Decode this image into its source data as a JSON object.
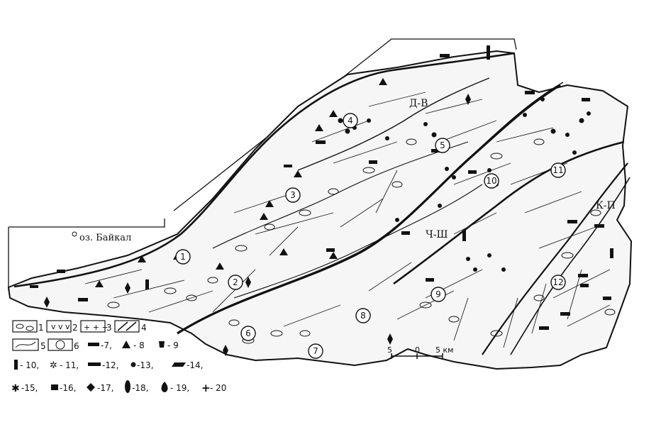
{
  "map": {
    "lake_label": "оз. Байкал",
    "region_labels": [
      {
        "id": "dv",
        "text": "Д-В"
      },
      {
        "id": "chsh",
        "text": "Ч-Ш"
      },
      {
        "id": "kp",
        "text": "К-П"
      }
    ],
    "zone_numbers": [
      "1",
      "2",
      "3",
      "4",
      "5",
      "6",
      "7",
      "8",
      "9",
      "10",
      "11",
      "12"
    ],
    "scale": {
      "left": "5",
      "mid": "0",
      "right": "5 км"
    }
  },
  "legend": {
    "items": [
      {
        "num": "1",
        "icon": "blocks-pattern"
      },
      {
        "num": "2",
        "icon": "volcanic-v-pattern"
      },
      {
        "num": "3",
        "icon": "granite-plus-pattern"
      },
      {
        "num": "4",
        "icon": "fault-lines-pattern"
      },
      {
        "num": "5",
        "icon": "contour-pattern"
      },
      {
        "num": "6",
        "icon": "circled-number-pattern"
      },
      {
        "num": "-7,",
        "icon": "bar-symbol"
      },
      {
        "num": "- 8",
        "icon": "triangle-symbol"
      },
      {
        "num": "- 9",
        "icon": "cup-symbol"
      },
      {
        "num": "- 10,",
        "icon": "vertical-bar-symbol"
      },
      {
        "num": "- 11,",
        "icon": "star-cross-symbol"
      },
      {
        "num": "-12,",
        "icon": "dash-symbol"
      },
      {
        "num": "-13,",
        "icon": "dot-symbol"
      },
      {
        "num": "-14,",
        "icon": "parallelogram-symbol"
      },
      {
        "num": "-15,",
        "icon": "burst-symbol"
      },
      {
        "num": "-16,",
        "icon": "square-symbol"
      },
      {
        "num": "-17,",
        "icon": "diamond-symbol"
      },
      {
        "num": "-18,",
        "icon": "lens-symbol"
      },
      {
        "num": "- 19,",
        "icon": "drop-symbol"
      },
      {
        "num": "- 20",
        "icon": "plus-symbol"
      }
    ]
  }
}
